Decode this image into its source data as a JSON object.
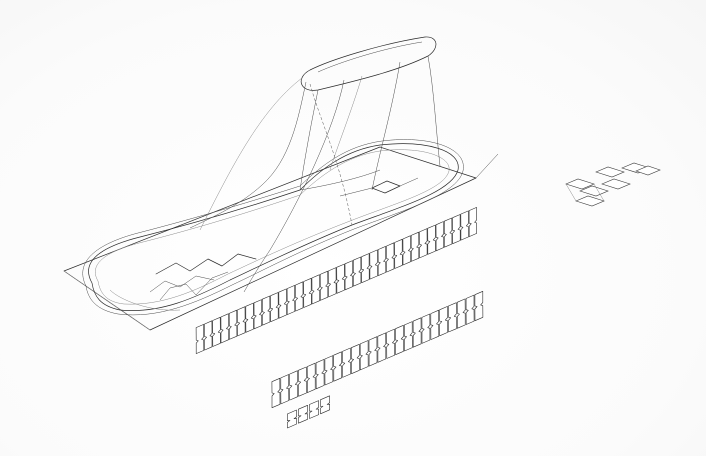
{
  "drawing": {
    "colors": {
      "background": "#ffffff",
      "line": "#2b2b2b",
      "faint_line": "#8a8a8a"
    },
    "parts": [
      {
        "name": "heel-counter-form",
        "icon": "wireframe"
      },
      {
        "name": "insole-outline",
        "icon": "wireframe"
      },
      {
        "name": "base-plate",
        "icon": "parallelogram"
      },
      {
        "name": "strip-band-upper",
        "icon": "cut-pattern"
      },
      {
        "name": "strip-band-middle",
        "icon": "cut-pattern"
      },
      {
        "name": "strip-band-lower",
        "icon": "cut-pattern"
      },
      {
        "name": "detached-square-cluster",
        "icon": "squares"
      }
    ]
  }
}
